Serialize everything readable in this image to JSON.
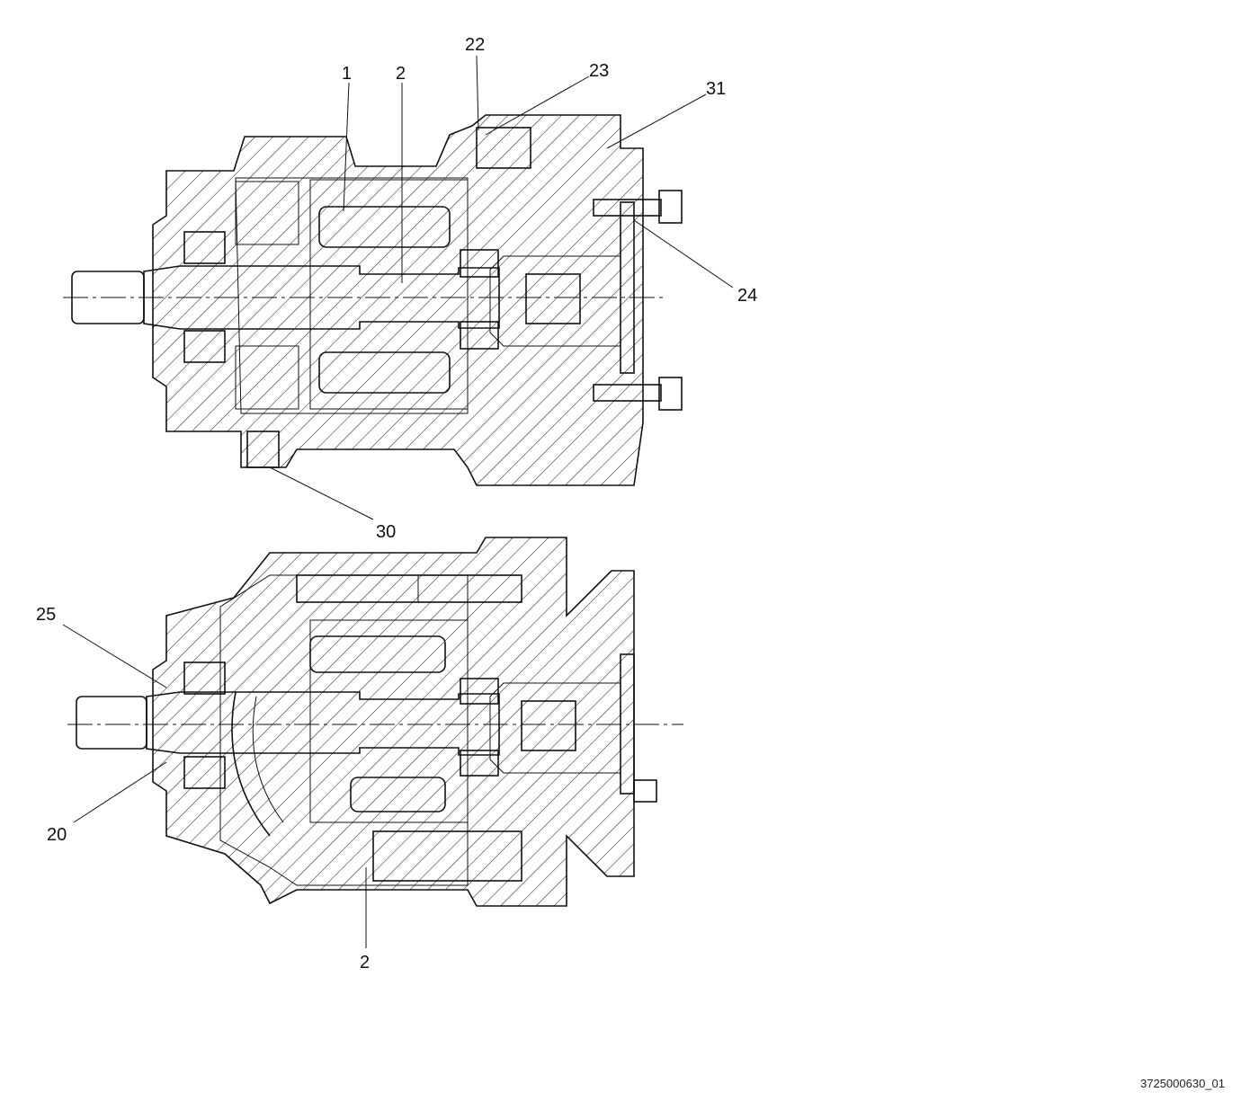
{
  "document_id": "3725000630_01",
  "views": [
    {
      "name": "top-section",
      "callouts": [
        "1",
        "2",
        "22",
        "23",
        "31",
        "24",
        "30"
      ]
    },
    {
      "name": "bottom-section",
      "callouts": [
        "25",
        "20",
        "2"
      ]
    }
  ],
  "colors": {
    "line": "#111111",
    "background": "#ffffff"
  }
}
